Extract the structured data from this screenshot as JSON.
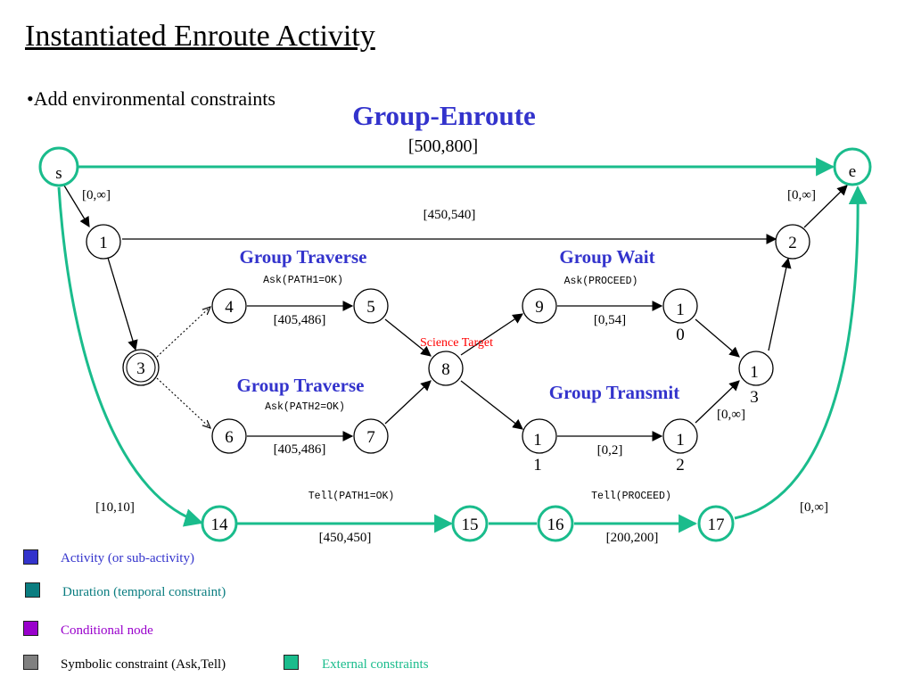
{
  "slide": {
    "title": "Instantiated Enroute Activity",
    "bullet": "•Add environmental constraints"
  },
  "diagram": {
    "activity_title": "Group-Enroute",
    "activity_duration": "[500,800]",
    "groups": {
      "traverse1": {
        "title": "Group Traverse",
        "ask": "Ask(PATH1=OK)"
      },
      "traverse2": {
        "title": "Group Traverse",
        "ask": "Ask(PATH2=OK)"
      },
      "wait": {
        "title": "Group Wait",
        "ask": "Ask(PROCEED)"
      },
      "transmit": {
        "title": "Group Transmit"
      }
    },
    "science_target": "Science Target",
    "tells": {
      "path1": "Tell(PATH1=OK)",
      "proceed": "Tell(PROCEED)"
    },
    "nodes": {
      "s": "s",
      "e": "e",
      "n1": "1",
      "n2": "2",
      "n3": "3",
      "n4": "4",
      "n5": "5",
      "n6": "6",
      "n7": "7",
      "n8": "8",
      "n9": "9",
      "n10a": "1",
      "n10b": "0",
      "n11a": "1",
      "n11b": "1",
      "n12a": "1",
      "n12b": "2",
      "n13a": "1",
      "n13b": "3",
      "n14": "14",
      "n15": "15",
      "n16": "16",
      "n17": "17"
    },
    "edge_labels": {
      "s_1": "[0,∞]",
      "two_e": "[0,∞]",
      "one_2": "[450,540]",
      "four_5": "[405,486]",
      "six_7": "[405,486]",
      "nine_10": "[0,54]",
      "eleven_12": "[0,2]",
      "twelve_13": "[0,∞]",
      "s_14": "[10,10]",
      "fourteen_15": "[450,450]",
      "sixteen_17": "[200,200]",
      "seventeen_e": "[0,∞]"
    },
    "colors": {
      "activity": "#3333cc",
      "external": "#1abc8c",
      "science": "#ff0000",
      "ink": "#000000"
    }
  },
  "legend": {
    "activity": {
      "label": "Activity (or sub-activity)",
      "color": "#3333cc"
    },
    "duration": {
      "label": "Duration (temporal constraint)",
      "color": "#0a7d80"
    },
    "conditional": {
      "label": "Conditional node",
      "color": "#9900cc"
    },
    "symbolic": {
      "label": "Symbolic constraint (Ask,Tell)",
      "color": "#808080"
    },
    "external": {
      "label": "External constraints",
      "color": "#1abc8c"
    }
  }
}
